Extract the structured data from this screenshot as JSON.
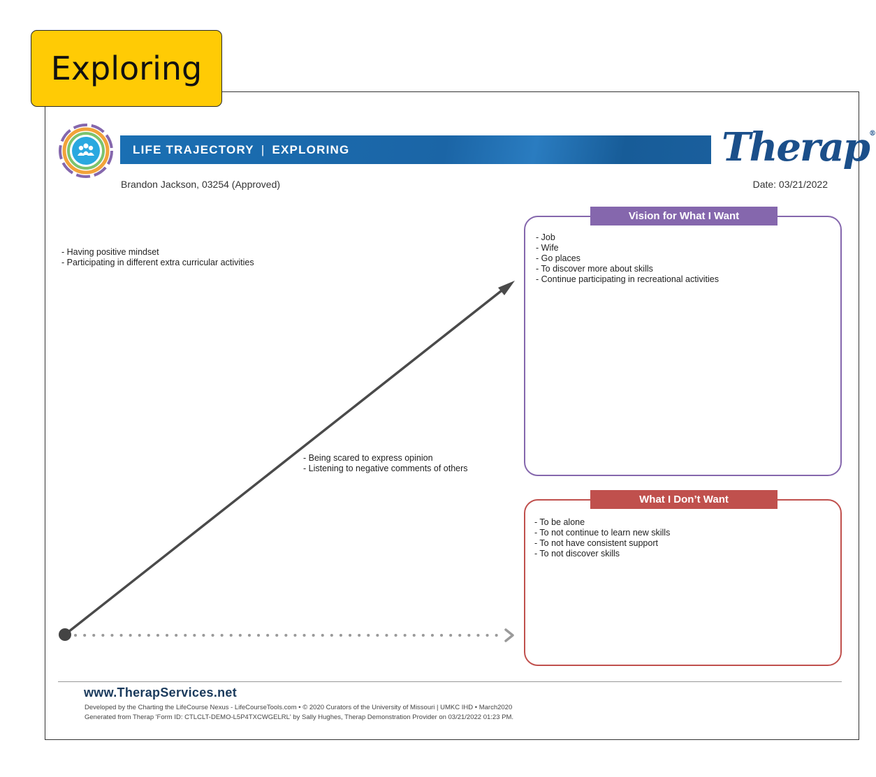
{
  "tag": {
    "label": "Exploring"
  },
  "header": {
    "section": "LIFE TRAJECTORY",
    "separator": "|",
    "stage": "EXPLORING",
    "brand": "Therap",
    "brand_mark": "®",
    "person": "Brandon Jackson, 03254 (Approved)",
    "date": "Date: 03/21/2022"
  },
  "past_items": [
    "- Having positive mindset",
    "- Participating in different extra curricular activities"
  ],
  "middle_items": [
    "- Being scared to express opinion",
    "- Listening to negative comments of others"
  ],
  "vision": {
    "title": "Vision for What I Want",
    "items": [
      "- Job",
      "- Wife",
      "- Go places",
      "- To discover more about skills",
      "- Continue participating in recreational activities"
    ]
  },
  "dont_want": {
    "title": "What I Don’t Want",
    "items": [
      "- To be alone",
      "- To not continue to learn new skills",
      "- To not have consistent support",
      "- To not discover skills"
    ]
  },
  "footer": {
    "site": "www.TherapServices.net",
    "line1": "Developed by the Charting the LifeCourse Nexus - LifeCourseTools.com • © 2020 Curators of the University of Missouri | UMKC IHD • March2020",
    "line2": "Generated from Therap 'Form ID: CTLCLT-DEMO-L5P4TXCWGELRL' by Sally Hughes, Therap Demonstration Provider on 03/21/2022 01:23 PM."
  },
  "colors": {
    "tag": "#ffcb05",
    "banner": "#1a6fb3",
    "vision": "#8567ad",
    "dont_want": "#c0504d",
    "brand": "#1b4f8a"
  },
  "icons": {
    "logo": "lifecourse-people-circle-icon",
    "trajectory": "trajectory-arrow-icon",
    "baseline": "dotted-arrow-icon"
  }
}
